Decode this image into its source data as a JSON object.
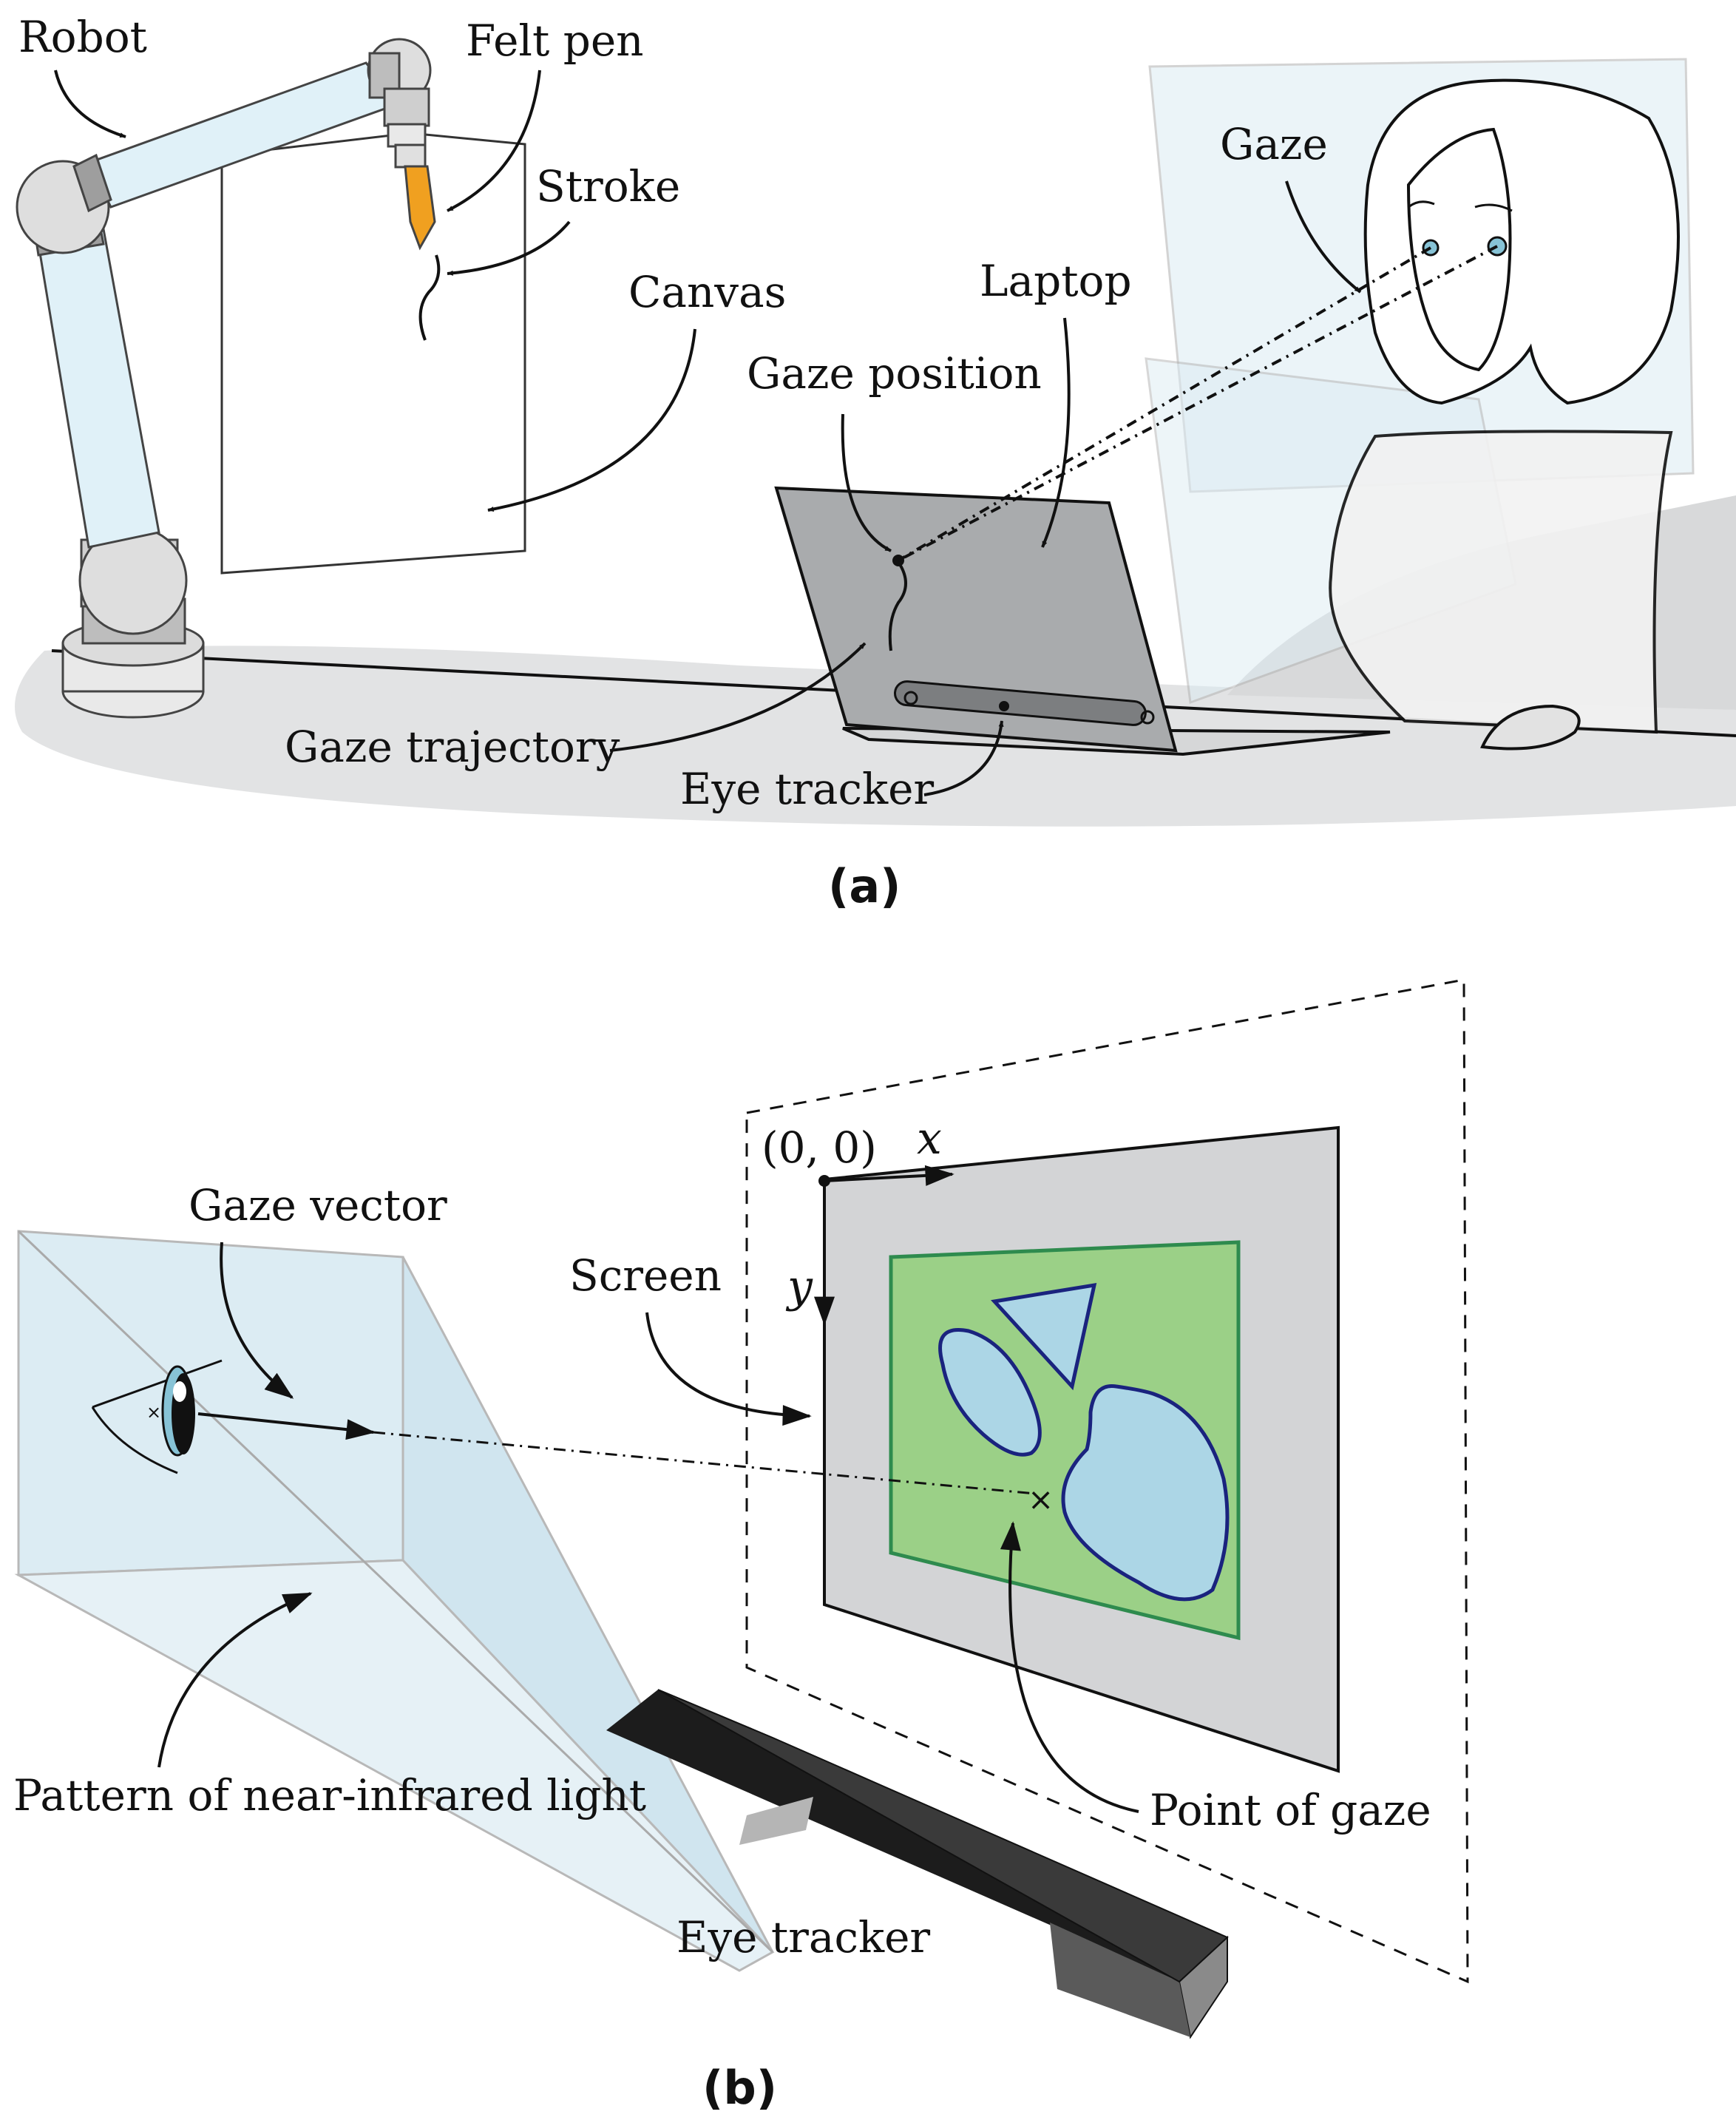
{
  "panel_a": {
    "caption": "(a)",
    "labels": {
      "robot": "Robot",
      "felt_pen": "Felt pen",
      "stroke": "Stroke",
      "canvas": "Canvas",
      "laptop": "Laptop",
      "gaze": "Gaze",
      "gaze_position": "Gaze position",
      "gaze_trajectory": "Gaze trajectory",
      "eye_tracker": "Eye tracker"
    }
  },
  "panel_b": {
    "caption": "(b)",
    "labels": {
      "gaze_vector": "Gaze vector",
      "screen": "Screen",
      "origin": "(0, 0)",
      "x_axis": "x",
      "y_axis": "y",
      "pattern": "Pattern of near-infrared light",
      "eye_tracker": "Eye tracker",
      "point_of_gaze": "Point of gaze"
    }
  },
  "colors": {
    "robot_link": "#e0f1f8",
    "robot_joint": "#dedede",
    "pen": "#f0a020",
    "laptop_screen": "#a9abad",
    "frustum": "#dcecf3",
    "screen_gray": "#d3d4d6",
    "screen_green": "#9bd087",
    "green_border": "#2e8b4e",
    "shape_blue": "#acd6e6",
    "shape_border": "#1a237e",
    "tracker_black": "#1c1c1c"
  }
}
